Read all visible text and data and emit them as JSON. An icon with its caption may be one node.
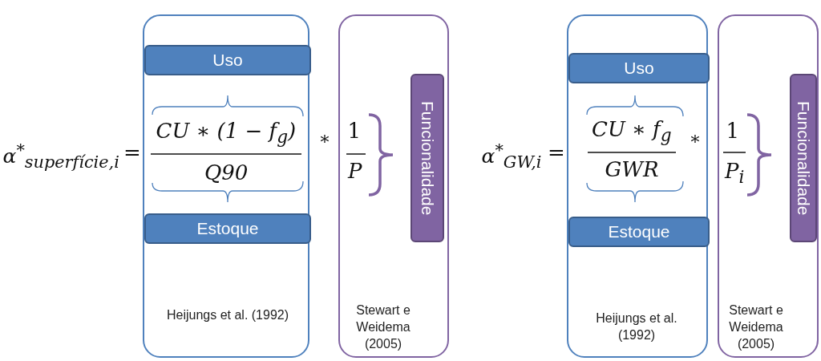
{
  "diagram": {
    "nodes": [
      {
        "text": [
          "Heijungs et al. (1992)"
        ]
      },
      {
        "text": [
          "Uso"
        ],
        "in": 0
      },
      {
        "text": [
          "Estoque"
        ],
        "in": 0
      },
      {
        "text": [
          "Stewart e Weidema (2005)"
        ]
      },
      {
        "text": [
          "Funcionalidade"
        ],
        "in": 3
      },
      {
        "text": [
          "Heijungs et al. (1992)"
        ]
      },
      {
        "text": [
          "Uso"
        ],
        "in": 5
      },
      {
        "text": [
          "Estoque"
        ],
        "in": 5
      },
      {
        "text": [
          "Stewart e Weidema (2005)"
        ]
      },
      {
        "text": [
          "Funcionalidade"
        ],
        "in": 8
      }
    ],
    "edges": [],
    "labels": [
      "α$^{*}$$_{superfície,i}$",
      "=",
      "CU ∗ (1 − f$_{g}$)",
      "Q90",
      "∗",
      "1",
      "P",
      "α$^{*}$$_{GW,i}$",
      "=",
      "CU ∗  f$_{g}$",
      "GWR",
      "∗",
      "1",
      "P$_{i}$"
    ]
  }
}
